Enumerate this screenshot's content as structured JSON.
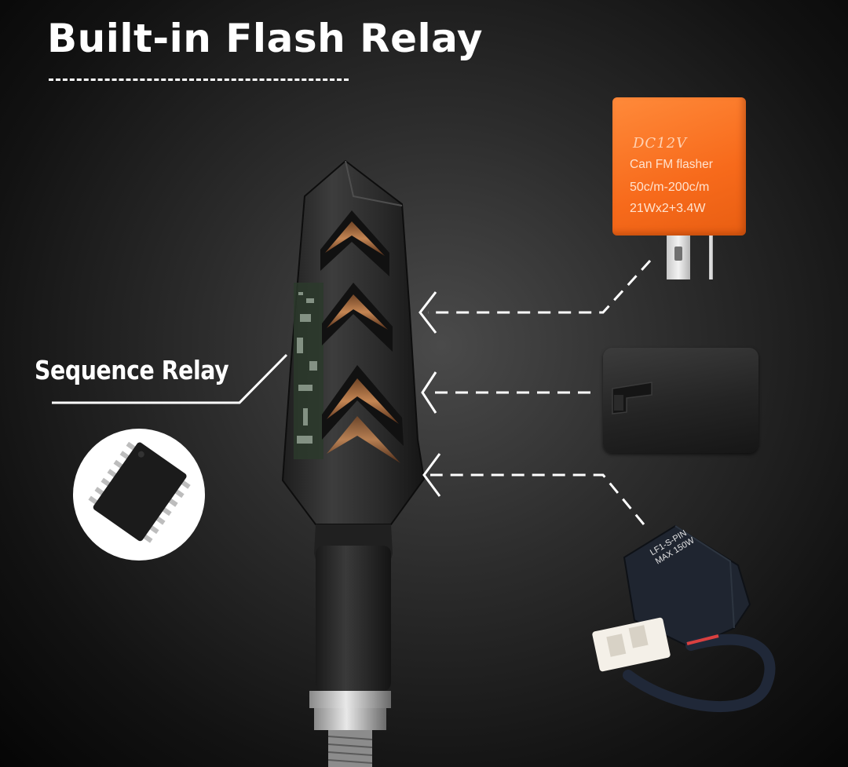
{
  "heading": "Built-in Flash Relay",
  "label_sequence": "Sequence Relay",
  "flasher": {
    "line1": "DC12V",
    "line2": "Can FM flasher",
    "line3": "50c/m-200c/m",
    "line4": "21Wx2+3.4W"
  },
  "relay3": {
    "line1": "LF1-S-PIN",
    "line2": "MAX 150W"
  },
  "colors": {
    "flasher_orange": "#f76a1b",
    "background": "#2c2c2c",
    "text": "#ffffff"
  }
}
